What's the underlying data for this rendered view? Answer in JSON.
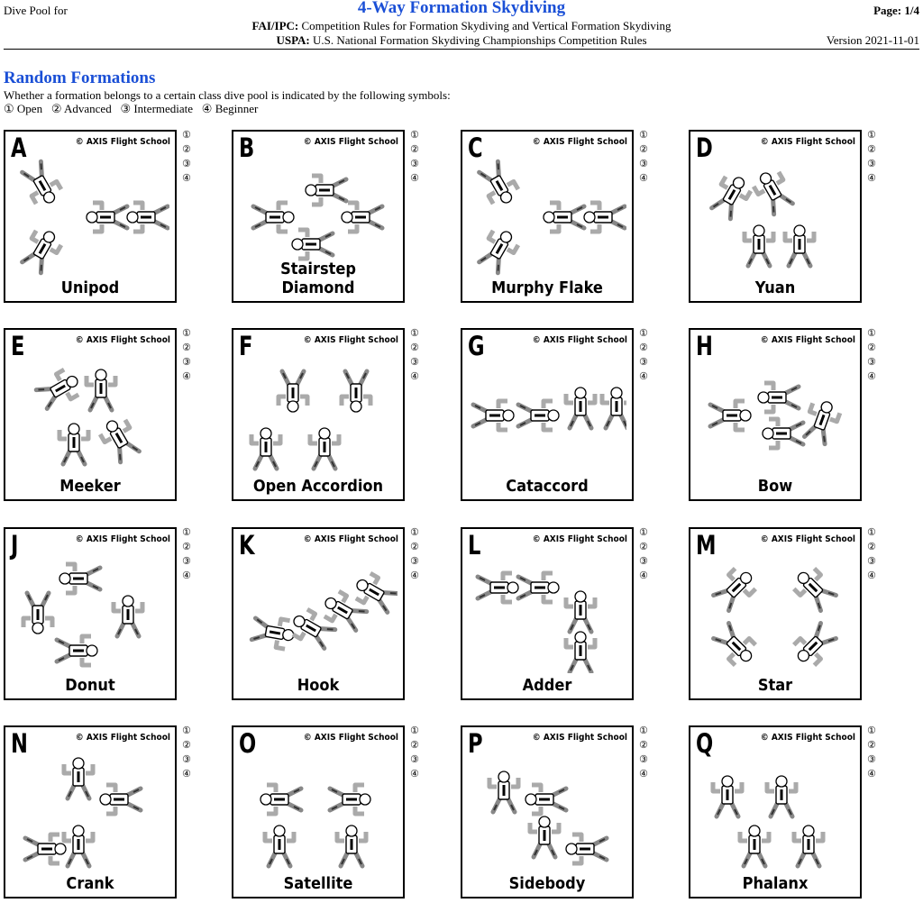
{
  "header": {
    "left": "Dive Pool for",
    "title": "4-Way Formation Skydiving",
    "page": "Page: 1/4",
    "line1_bold": "FAI/IPC:",
    "line1_text": " Competition Rules for Formation Skydiving and Vertical Formation Skydiving",
    "line2_bold": "USPA:",
    "line2_text": " U.S. National Formation Skydiving Championships Competition Rules",
    "version": "Version 2021-11-01"
  },
  "section": {
    "title": "Random Formations",
    "intro": "Whether a formation belongs to a certain class dive pool is indicated by the following symbols:",
    "legend": "① Open   ② Advanced   ③ Intermediate   ④ Beginner"
  },
  "copyright": "© AXIS Flight School",
  "symbols": [
    "①",
    "②",
    "③",
    "④"
  ],
  "formations": [
    {
      "letter": "A",
      "name": "Unipod"
    },
    {
      "letter": "B",
      "name": "Stairstep Diamond"
    },
    {
      "letter": "C",
      "name": "Murphy Flake"
    },
    {
      "letter": "D",
      "name": "Yuan"
    },
    {
      "letter": "E",
      "name": "Meeker"
    },
    {
      "letter": "F",
      "name": "Open Accordion"
    },
    {
      "letter": "G",
      "name": "Cataccord"
    },
    {
      "letter": "H",
      "name": "Bow"
    },
    {
      "letter": "J",
      "name": "Donut"
    },
    {
      "letter": "K",
      "name": "Hook"
    },
    {
      "letter": "L",
      "name": "Adder"
    },
    {
      "letter": "M",
      "name": "Star"
    },
    {
      "letter": "N",
      "name": "Crank"
    },
    {
      "letter": "O",
      "name": "Satellite"
    },
    {
      "letter": "P",
      "name": "Sidebody"
    },
    {
      "letter": "Q",
      "name": "Phalanx"
    }
  ]
}
